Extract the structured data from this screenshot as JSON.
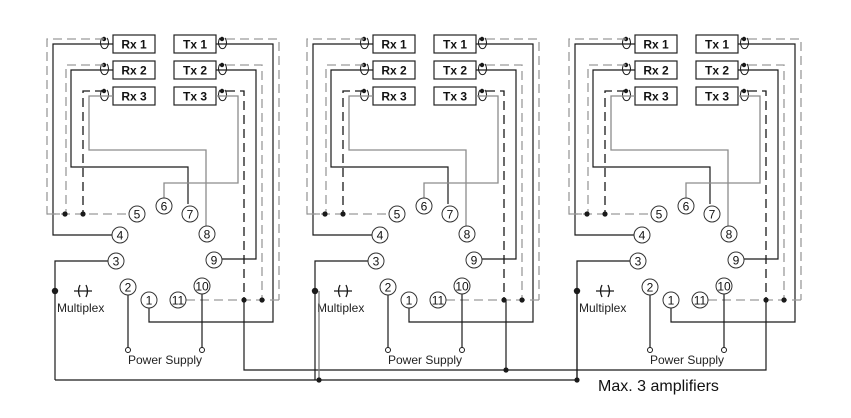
{
  "diagram": {
    "title": "Multiplex amplifier wiring",
    "footer_note": "Max. 3 amplifiers",
    "colors": {
      "black_wire": "#1a1a1a",
      "gray_wire": "#8c8c8c",
      "shield_black": "#1a1a1a",
      "shield_gray": "#9a9a9a",
      "box_border": "#222222",
      "pin_circle": "#333333"
    },
    "amplifiers": [
      {
        "name": "amplifier-1",
        "receivers": [
          "Rx 1",
          "Rx 2",
          "Rx 3"
        ],
        "transmitters": [
          "Tx 1",
          "Tx 2",
          "Tx 3"
        ],
        "pins": [
          "1",
          "2",
          "3",
          "4",
          "5",
          "6",
          "7",
          "8",
          "9",
          "10",
          "11"
        ],
        "multiplex_label": "Multiplex",
        "multiplex_symbol": "-()-",
        "power_label": "Power Supply"
      },
      {
        "name": "amplifier-2",
        "receivers": [
          "Rx 1",
          "Rx 2",
          "Rx 3"
        ],
        "transmitters": [
          "Tx 1",
          "Tx 2",
          "Tx 3"
        ],
        "pins": [
          "1",
          "2",
          "3",
          "4",
          "5",
          "6",
          "7",
          "8",
          "9",
          "10",
          "11"
        ],
        "multiplex_label": "Multiplex",
        "multiplex_symbol": "-()-",
        "power_label": "Power Supply"
      },
      {
        "name": "amplifier-3",
        "receivers": [
          "Rx 1",
          "Rx 2",
          "Rx 3"
        ],
        "transmitters": [
          "Tx 1",
          "Tx 2",
          "Tx 3"
        ],
        "pins": [
          "1",
          "2",
          "3",
          "4",
          "5",
          "6",
          "7",
          "8",
          "9",
          "10",
          "11"
        ],
        "multiplex_label": "Multiplex",
        "multiplex_symbol": "-()-",
        "power_label": "Power Supply"
      }
    ]
  }
}
